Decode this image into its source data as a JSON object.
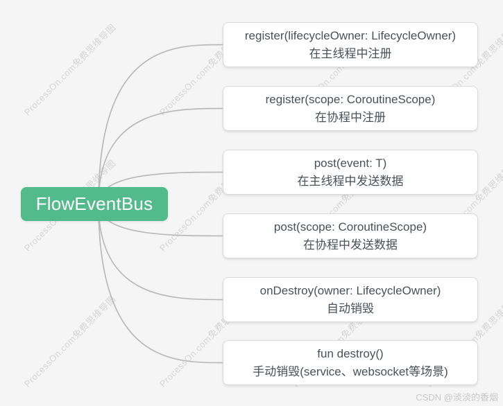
{
  "root": {
    "label": "FlowEventBus"
  },
  "nodes": [
    {
      "signature": "register(lifecycleOwner: LifecycleOwner)",
      "description": "在主线程中注册"
    },
    {
      "signature": "register(scope: CoroutineScope)",
      "description": "在协程中注册"
    },
    {
      "signature": "post(event: T)",
      "description": "在主线程中发送数据"
    },
    {
      "signature": "post(scope: CoroutineScope)",
      "description": "在协程中发送数据"
    },
    {
      "signature": "onDestroy(owner: LifecycleOwner)",
      "description": "自动销毁"
    },
    {
      "signature": "fun destroy()",
      "description": "手动销毁(service、websocket等场景)"
    }
  ],
  "watermark": {
    "text": "ProcessOn.com免费思维导图"
  },
  "attribution": {
    "text": "CSDN @淡淡的香烟"
  },
  "colors": {
    "background": "#f5f5f5",
    "root_bg": "#52ba8b",
    "root_text": "#ffffff",
    "edge": "#b9b9b9",
    "node_border": "#dadada",
    "node_text": "#4a5058",
    "watermark": "#c0c0c0"
  }
}
